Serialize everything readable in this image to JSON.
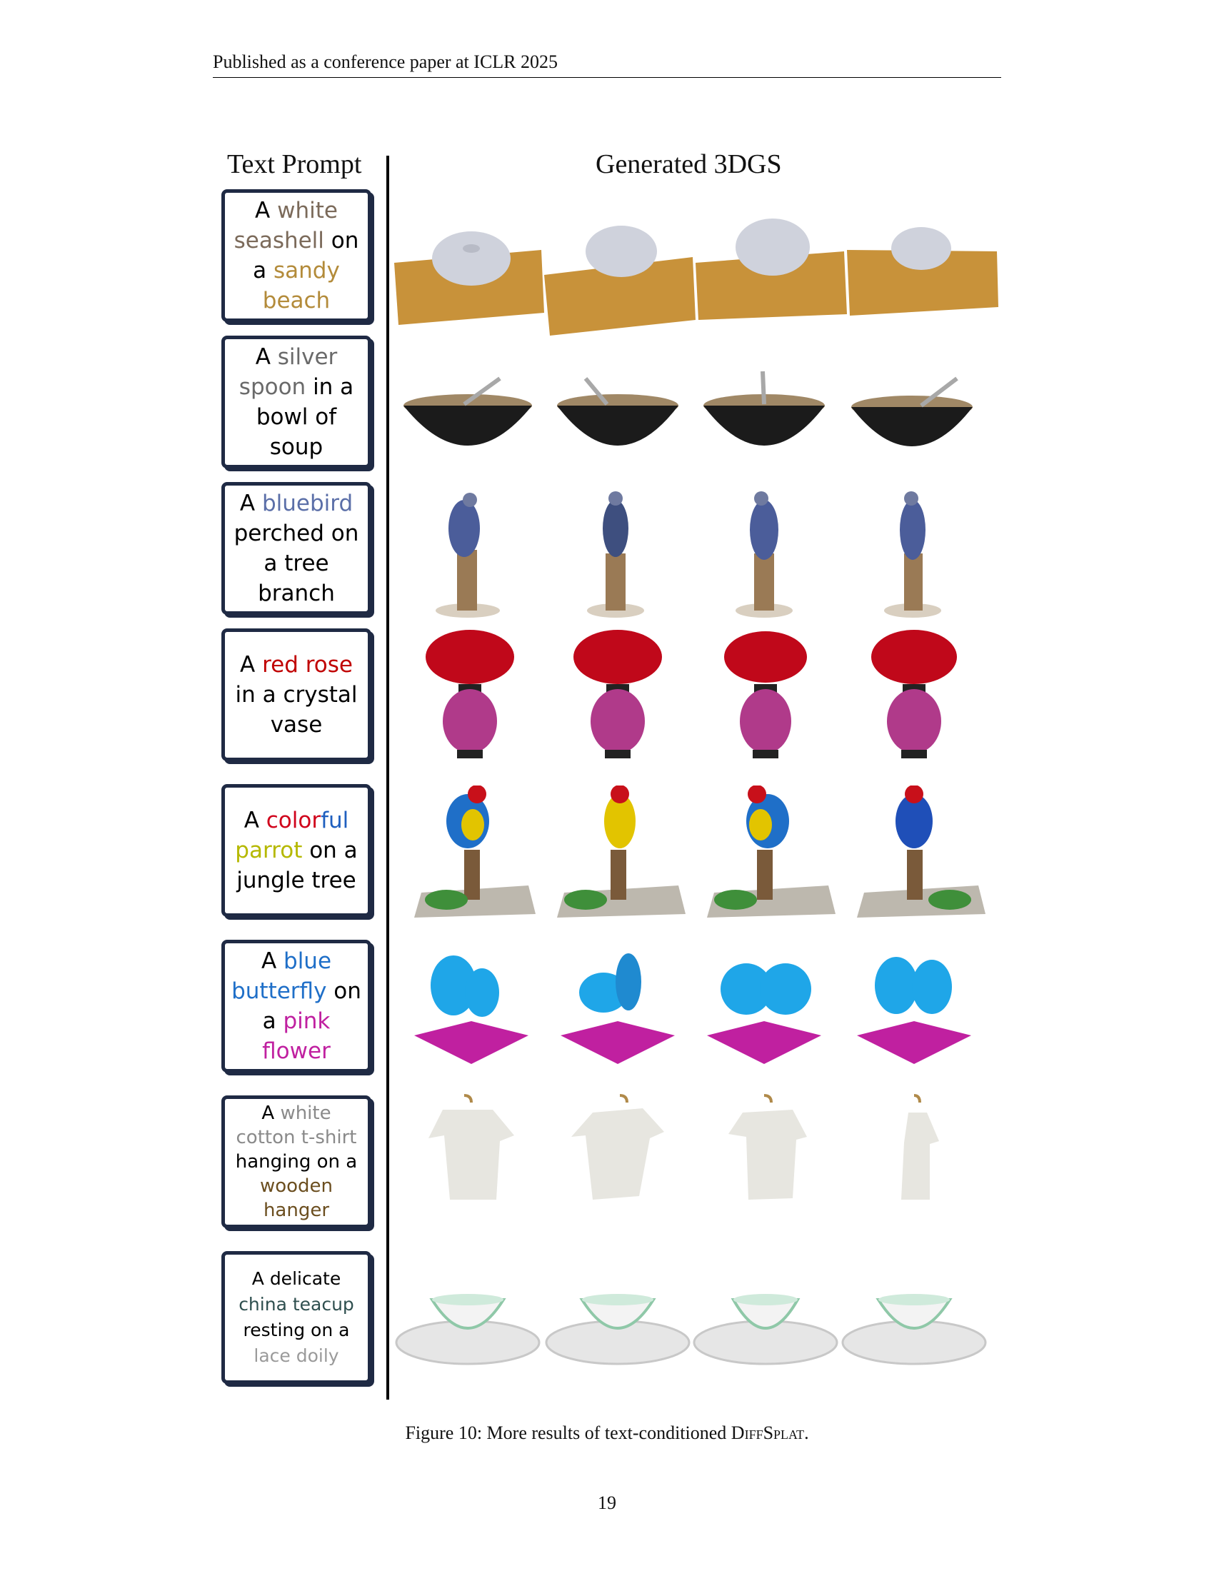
{
  "header": {
    "text": "Published as a conference paper at ICLR 2025"
  },
  "columns": {
    "left": "Text Prompt",
    "right": "Generated 3DGS"
  },
  "prompts": [
    {
      "segments": [
        {
          "t": "A ",
          "c": "#000"
        },
        {
          "t": "white",
          "c": "#7b6a5a"
        },
        {
          "t": " ",
          "c": "#000"
        },
        {
          "t": "seashell",
          "c": "#7b6a5a"
        },
        {
          "t": " on a ",
          "c": "#000"
        },
        {
          "t": "sandy beach",
          "c": "#b38b3a"
        }
      ]
    },
    {
      "segments": [
        {
          "t": "A ",
          "c": "#000"
        },
        {
          "t": "silver spoon",
          "c": "#6a6a6a"
        },
        {
          "t": " in a bowl of soup",
          "c": "#000"
        }
      ]
    },
    {
      "segments": [
        {
          "t": "A ",
          "c": "#000"
        },
        {
          "t": "bluebird",
          "c": "#5b6fa8"
        },
        {
          "t": " perched on a tree branch",
          "c": "#000"
        }
      ]
    },
    {
      "segments": [
        {
          "t": "A ",
          "c": "#000"
        },
        {
          "t": "red rose",
          "c": "#c00000"
        },
        {
          "t": " in a crystal vase",
          "c": "#000"
        }
      ]
    },
    {
      "segments": [
        {
          "t": "A ",
          "c": "#000"
        },
        {
          "t": "color",
          "c": "#d0021b"
        },
        {
          "t": "ful",
          "c": "#1f5fbf"
        },
        {
          "t": " ",
          "c": "#000"
        },
        {
          "t": "parrot",
          "c": "#b5b800"
        },
        {
          "t": " on a jungle tree",
          "c": "#000"
        }
      ]
    },
    {
      "segments": [
        {
          "t": "A ",
          "c": "#000"
        },
        {
          "t": "blue butterfly",
          "c": "#1f6fc8"
        },
        {
          "t": " on a ",
          "c": "#000"
        },
        {
          "t": "pink flower",
          "c": "#c020a0"
        }
      ]
    },
    {
      "segments": [
        {
          "t": "A ",
          "c": "#000"
        },
        {
          "t": "white cotton t-shirt",
          "c": "#8a8a8a"
        },
        {
          "t": " hanging on a ",
          "c": "#000"
        },
        {
          "t": "wooden hanger",
          "c": "#6b4e1f"
        }
      ]
    },
    {
      "segments": [
        {
          "t": "A delicate ",
          "c": "#000"
        },
        {
          "t": "china teacup",
          "c": "#2f4f4f"
        },
        {
          "t": " resting on a ",
          "c": "#000"
        },
        {
          "t": "lace doily",
          "c": "#9a9a9a"
        }
      ]
    }
  ],
  "caption": {
    "prefix": "Figure 10: More results of text-conditioned ",
    "name": "DiffSplat",
    "suffix": "."
  },
  "page_number": "19",
  "colors": {
    "box_border": "#1f2a44",
    "divider": "#000000"
  }
}
